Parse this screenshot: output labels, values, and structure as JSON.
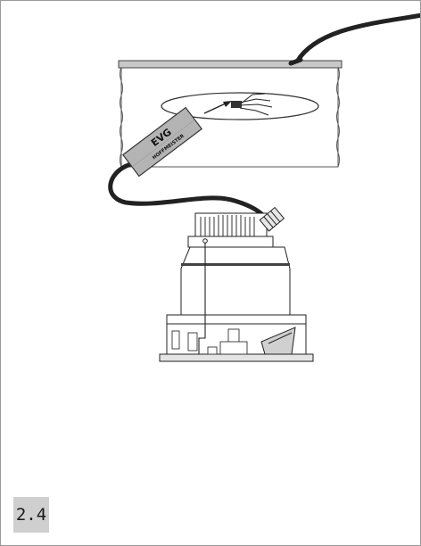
{
  "figure": {
    "step_number": "2.4",
    "ballast": {
      "label": "EVG",
      "brand": "HOFFMEISTER"
    }
  }
}
